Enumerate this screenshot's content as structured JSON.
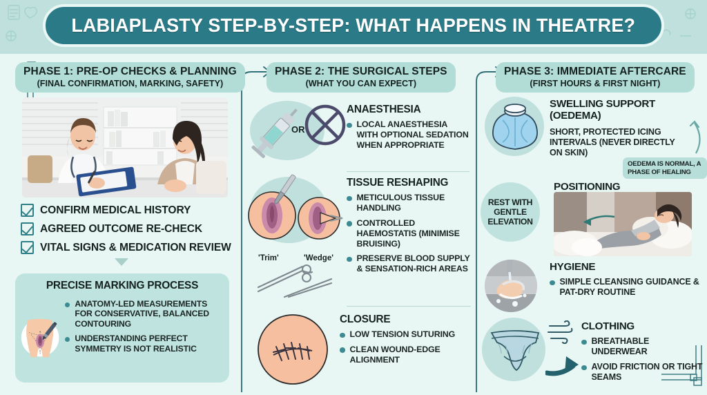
{
  "title": "LABIAPLASTY STEP-BY-STEP: WHAT HAPPENS IN THEATRE?",
  "colors": {
    "banner": "#bfe0dd",
    "title_pill": "#2b7a87",
    "page_bg": "#e8f6f4",
    "phase_header_bg": "#b2ddd7",
    "accent_teal": "#2f7f88",
    "bullet_dot": "#3d8b92",
    "card_bg": "#bfe3df",
    "divider": "#2f6f75"
  },
  "phase1": {
    "header_line1": "PHASE 1: PRE-OP CHECKS & PLANNING",
    "header_line2": "(FINAL CONFIRMATION, MARKING, SAFETY)",
    "photo_alt": "doctor-and-patient-consultation",
    "checklist": [
      "CONFIRM MEDICAL HISTORY",
      "AGREED OUTCOME RE-CHECK",
      "VITAL SIGNS & MEDICATION REVIEW"
    ],
    "marking": {
      "title": "PRECISE MARKING PROCESS",
      "illustration_alt": "pelvis-marking-pen-diagram",
      "bullets": [
        "ANATOMY-LED MEASUREMENTS FOR CONSERVATIVE, BALANCED CONTOURING",
        "UNDERSTANDING PERFECT SYMMETRY IS NOT REALISTIC"
      ]
    }
  },
  "phase2": {
    "header_line1": "PHASE 2: THE SURGICAL STEPS",
    "header_line2": "(WHAT YOU CAN EXPECT)",
    "sections": [
      {
        "title": "ANAESTHESIA",
        "icon_alt": "syringe-and-no-general-anaesthetic-icons",
        "or_label": "OR",
        "bullets": [
          "LOCAL ANAESTHESIA WITH OPTIONAL SEDATION WHEN APPROPRIATE"
        ]
      },
      {
        "title": "TISSUE RESHAPING",
        "icon_alt": "trim-and-wedge-technique-diagram",
        "captions": [
          "'Trim'",
          "'Wedge'"
        ],
        "bullets": [
          "METICULOUS TISSUE HANDLING",
          "CONTROLLED HAEMOSTATIS (MINIMISE BRUISING)",
          "PRESERVE BLOOD SUPPLY & SENSATION-RICH AREAS"
        ]
      },
      {
        "title": "CLOSURE",
        "icon_alt": "sutured-wound-diagram",
        "bullets": [
          "LOW TENSION SUTURING",
          "CLEAN WOUND-EDGE ALIGNMENT"
        ]
      }
    ]
  },
  "phase3": {
    "header_line1": "PHASE 3: IMMEDIATE AFTERCARE",
    "header_line2": "(FIRST HOURS & FIRST NIGHT)",
    "swelling": {
      "title": "SWELLING SUPPORT (OEDEMA)",
      "icon_alt": "ice-pack-icon",
      "text": "SHORT, PROTECTED ICING INTERVALS (NEVER DIRECTLY ON SKIN)",
      "badge": "OEDEMA IS NORMAL, A PHASE OF HEALING"
    },
    "positioning": {
      "title": "POSITIONING",
      "circle_text": "REST WITH GENTLE ELEVATION",
      "photo_alt": "woman-resting-on-sofa-with-pillows"
    },
    "hygiene": {
      "title": "HYGIENE",
      "photo_alt": "handwashing-photo",
      "bullets": [
        "SIMPLE CLEANSING GUIDANCE & PAT-DRY ROUTINE"
      ]
    },
    "clothing": {
      "title": "CLOTHING",
      "icon_alt": "breathable-underwear-icon",
      "bullets": [
        "BREATHABLE UNDERWEAR",
        "AVOID FRICTION OR TIGHT SEAMS"
      ]
    }
  }
}
